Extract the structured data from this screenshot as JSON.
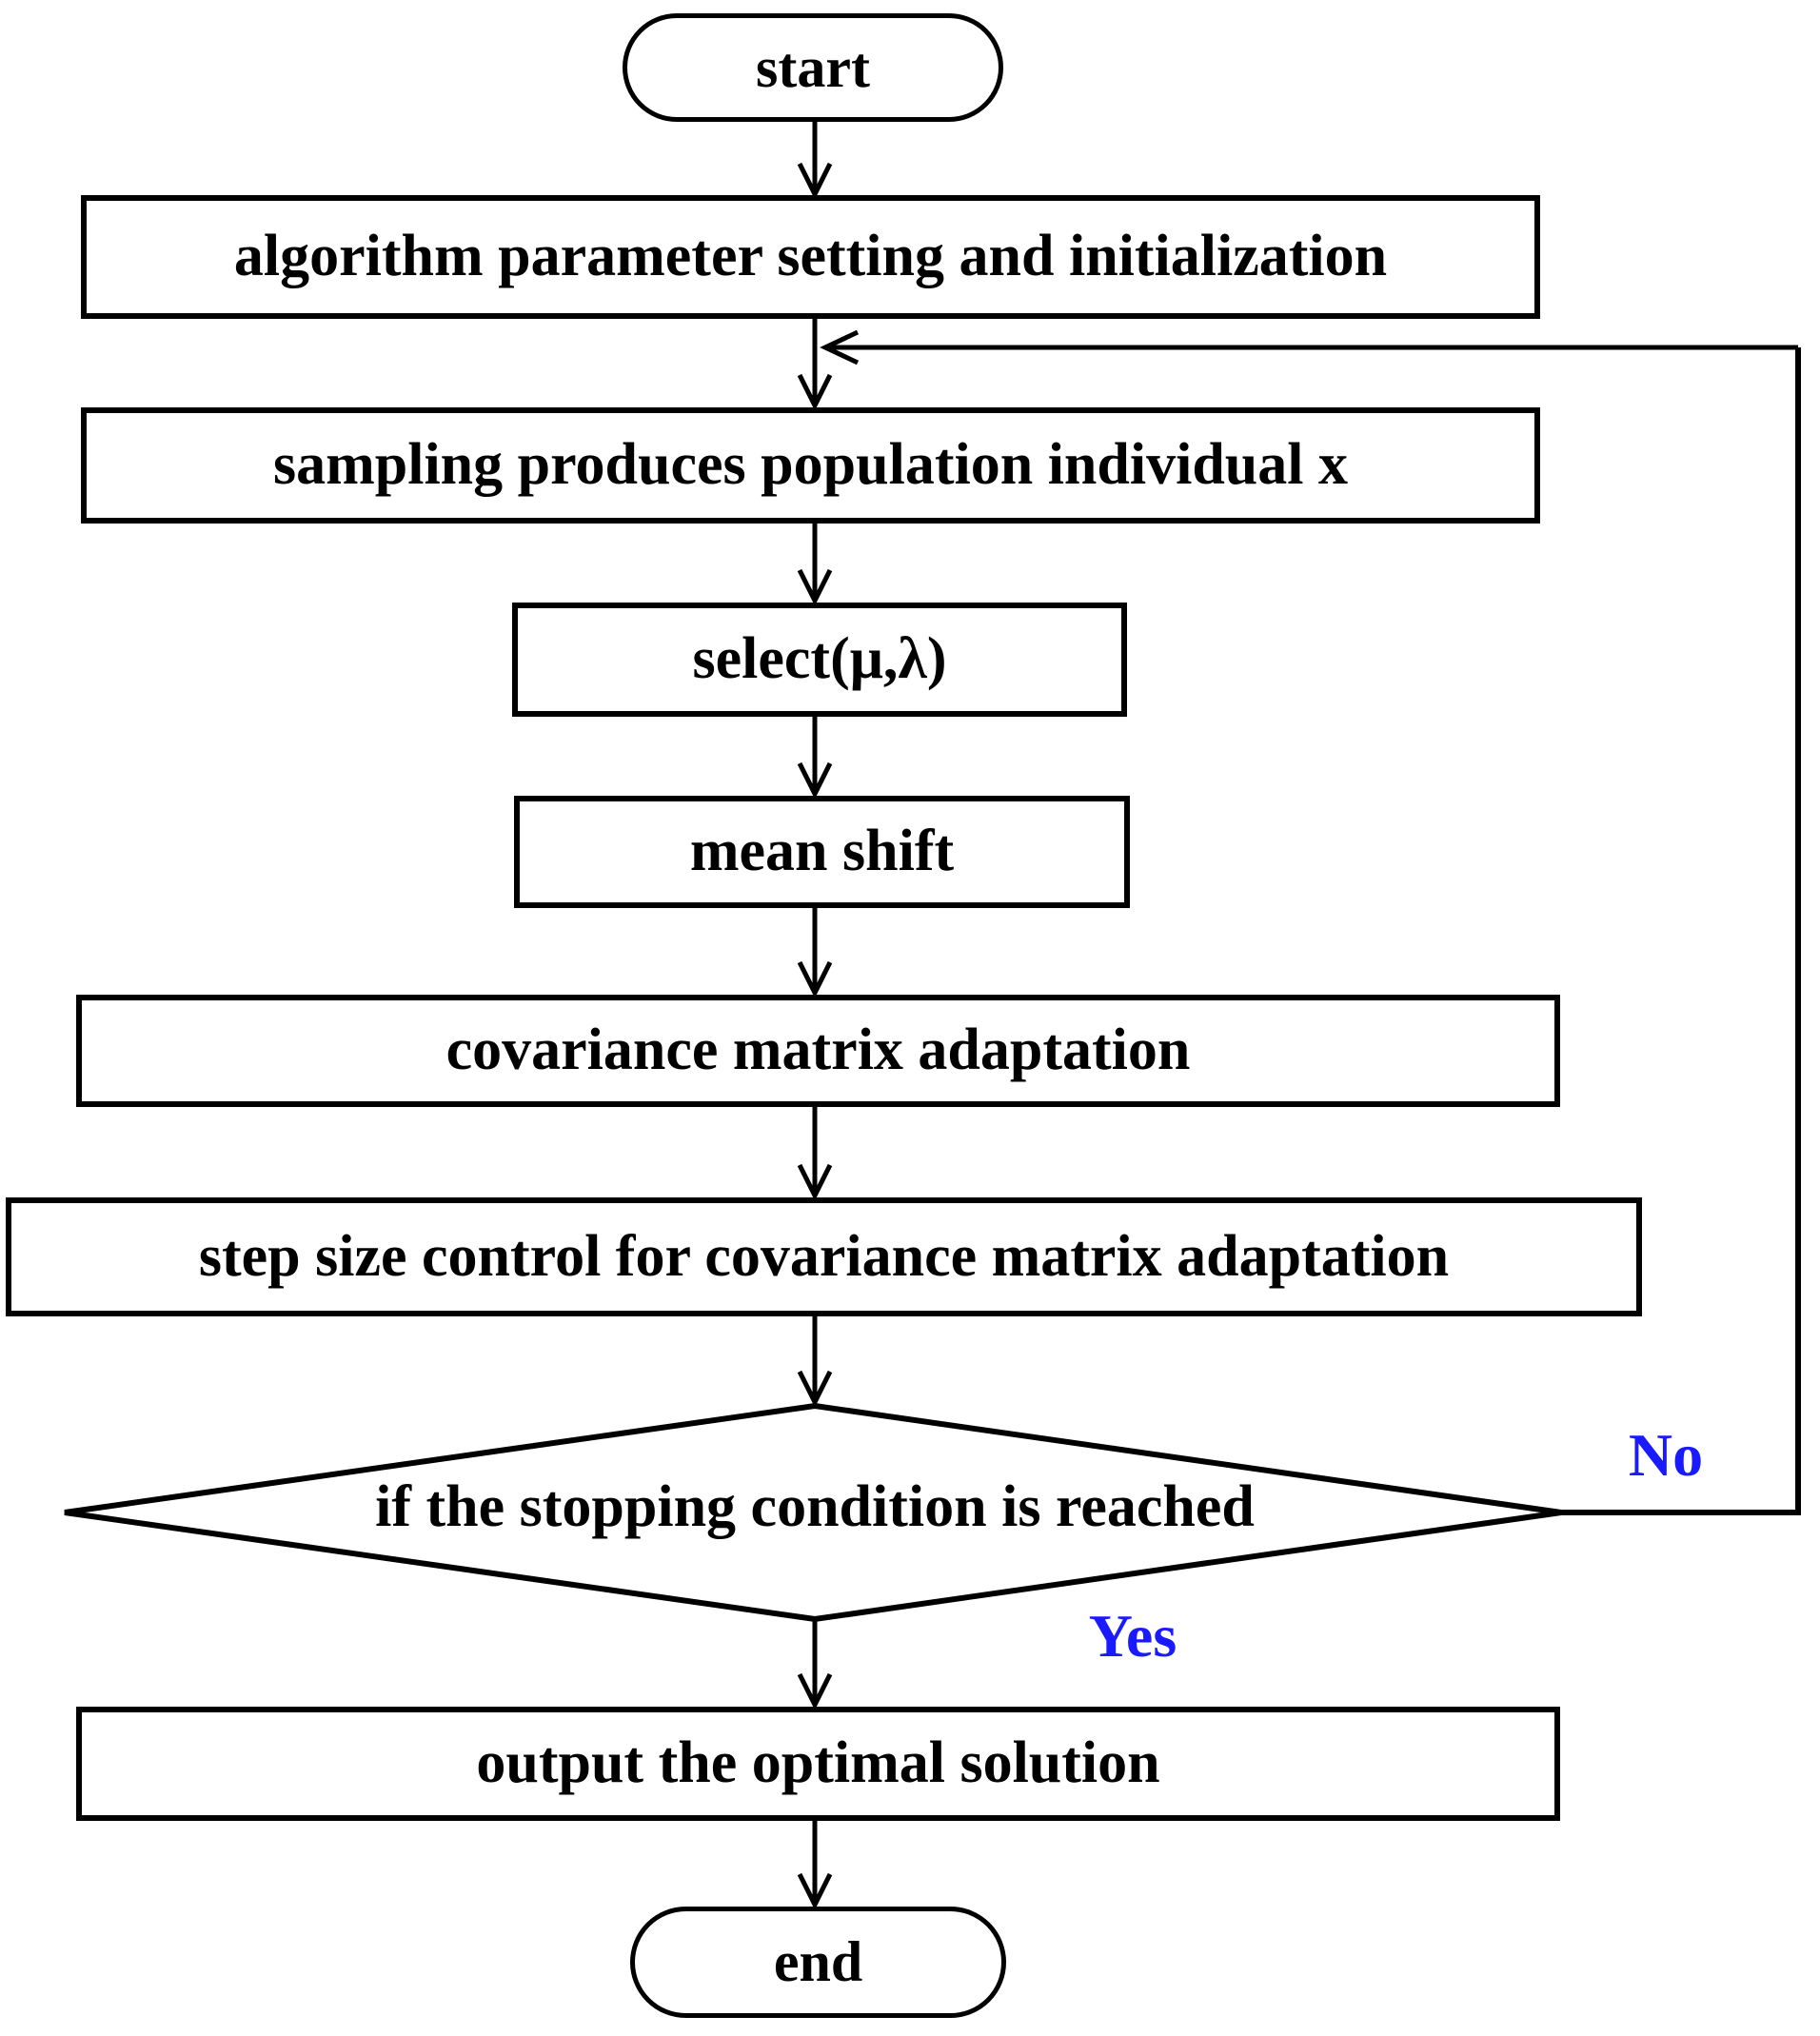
{
  "diagram": {
    "colors": {
      "line": "#000000",
      "branch_label": "#1a1aff",
      "node_fill": "#ffffff"
    },
    "nodes": [
      {
        "id": "start",
        "type": "terminal",
        "label": "start"
      },
      {
        "id": "init",
        "type": "process",
        "label": "algorithm parameter setting and initialization"
      },
      {
        "id": "sampling",
        "type": "process",
        "label": "sampling produces population individual x"
      },
      {
        "id": "select",
        "type": "process",
        "label": "select(μ,λ)"
      },
      {
        "id": "meanshift",
        "type": "process",
        "label": "mean shift"
      },
      {
        "id": "cma",
        "type": "process",
        "label": "covariance matrix adaptation"
      },
      {
        "id": "stepsize",
        "type": "process",
        "label": "step size control for covariance matrix adaptation"
      },
      {
        "id": "decision",
        "type": "decision",
        "label": "if the stopping condition is reached"
      },
      {
        "id": "output",
        "type": "process",
        "label": "output the optimal solution"
      },
      {
        "id": "end",
        "type": "terminal",
        "label": "end"
      }
    ],
    "branches": {
      "no": "No",
      "yes": "Yes"
    }
  }
}
